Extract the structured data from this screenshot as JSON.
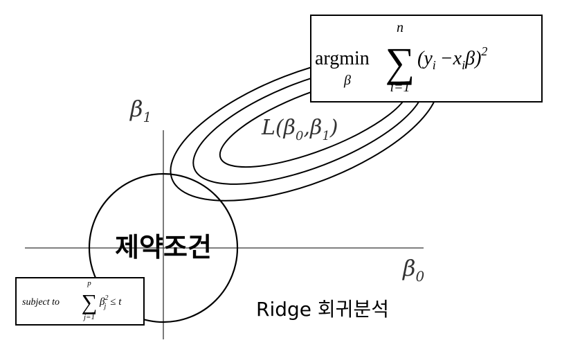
{
  "axes": {
    "beta1_label": "β",
    "beta1_sub": "1",
    "beta0_label": "β",
    "beta0_sub": "0"
  },
  "loss_label": {
    "prefix": "L(β",
    "sub0": "0",
    "mid": ",β",
    "sub1": "1",
    "suffix": ")"
  },
  "constraint_label": "제약조건",
  "objective": {
    "op": "argmin",
    "op_sub": "β",
    "sum_top": "n",
    "sum_bottom": "i=1",
    "sum_symbol": "∑",
    "body": "(y",
    "y_sub": "i",
    "minus_x": "−x",
    "x_sub": "i",
    "beta_close": "β)",
    "power": "2"
  },
  "constraint_formula": {
    "prefix": "subject to",
    "sum_symbol": "∑",
    "sum_top": "p",
    "sum_bottom": "j=1",
    "term": "β",
    "term_sup": "2",
    "term_sub": "j",
    "rhs": "≤ t"
  },
  "caption": "Ridge 회귀분석"
}
